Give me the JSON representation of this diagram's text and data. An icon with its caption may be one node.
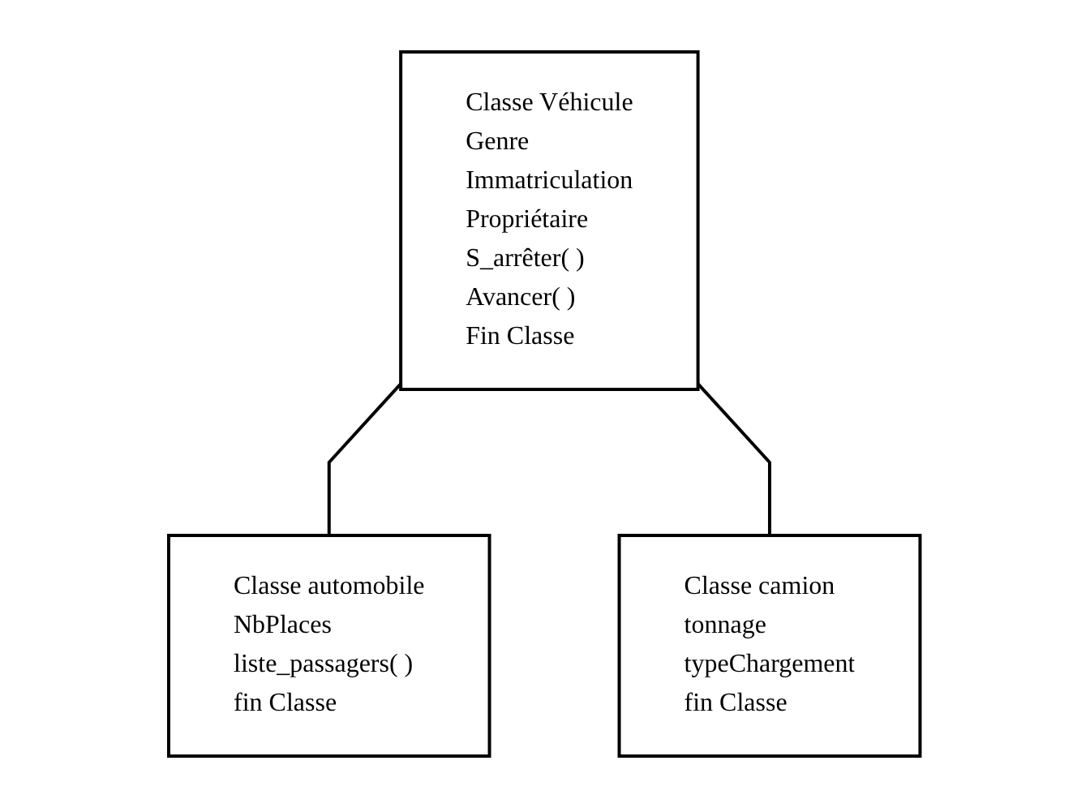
{
  "diagram": {
    "nodes": [
      {
        "text": [
          "Classe Véhicule",
          "Genre",
          "Immatriculation",
          "Propriétaire",
          "S_arrêter( )",
          "Avancer( )",
          "Fin Classe"
        ]
      },
      {
        "text": [
          "Classe automobile",
          "NbPlaces",
          "liste_passagers( )",
          "fin Classe"
        ]
      },
      {
        "text": [
          "Classe camion",
          "tonnage",
          "typeChargement",
          "fin Classe"
        ]
      }
    ],
    "edges": [
      {
        "from": 0,
        "to": 1,
        "arrow": "none"
      },
      {
        "from": 0,
        "to": 2,
        "arrow": "none"
      }
    ]
  }
}
